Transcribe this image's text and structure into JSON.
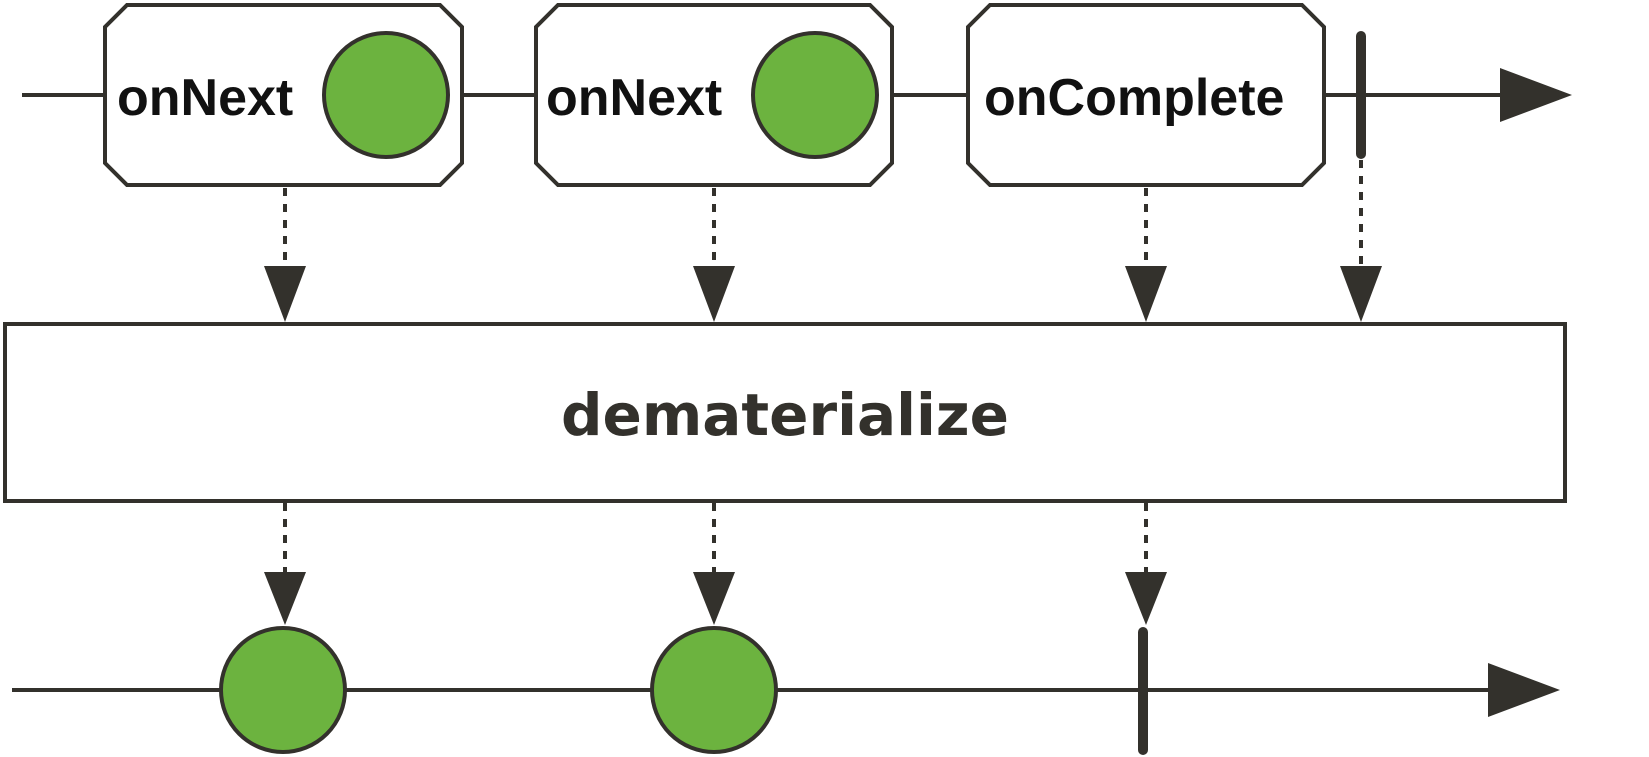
{
  "colors": {
    "stroke": "#33312c",
    "marble": "#6cb33f",
    "text": "#111111"
  },
  "input": {
    "events": [
      {
        "label": "onNext",
        "has_marble": true
      },
      {
        "label": "onNext",
        "has_marble": true
      },
      {
        "label": "onComplete",
        "has_marble": false
      }
    ],
    "has_completion_marker": true
  },
  "operator": {
    "label": "dematerialize"
  },
  "output": {
    "items": [
      {
        "kind": "marble"
      },
      {
        "kind": "marble"
      },
      {
        "kind": "completion"
      }
    ]
  }
}
